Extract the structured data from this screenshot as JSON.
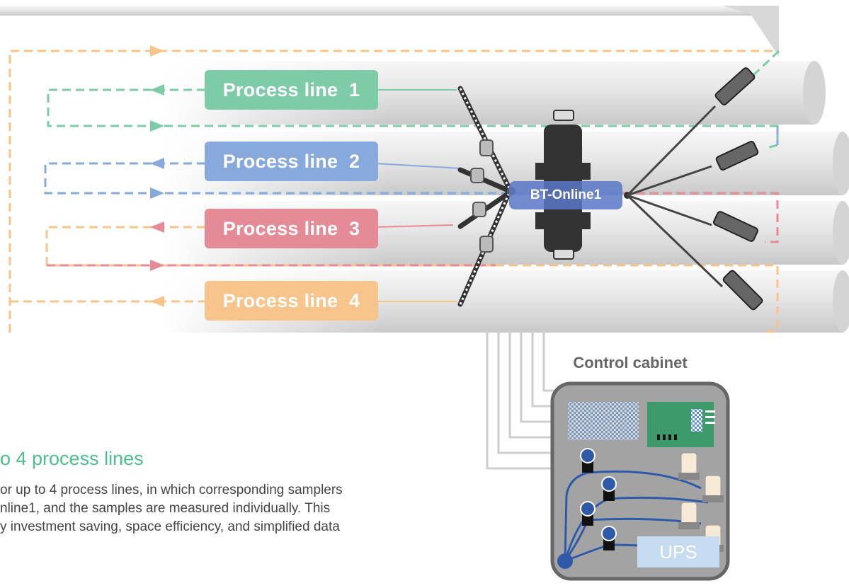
{
  "process_lines": [
    {
      "label": "Process line  1",
      "color": "#7dcba7"
    },
    {
      "label": "Process line  2",
      "color": "#87a9dc"
    },
    {
      "label": "Process line  3",
      "color": "#e58b97"
    },
    {
      "label": "Process line  4",
      "color": "#f7c48b"
    }
  ],
  "analyzer": {
    "label": "BT-Online1",
    "color": "#5a78c8"
  },
  "control_cabinet": {
    "title": "Control cabinet",
    "ups_label": "UPS"
  },
  "section": {
    "heading": "o 4 process lines",
    "body": "or up to 4 process lines, in which corresponding samplers\nnline1, and the samples are measured individually. This\ny investment saving, space efficiency, and simplified data"
  }
}
